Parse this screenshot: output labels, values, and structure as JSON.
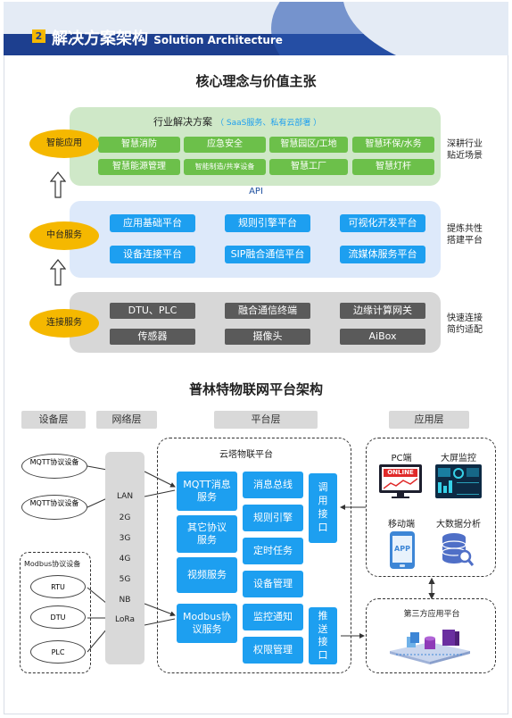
{
  "header": {
    "number": "2",
    "title_cn": "解决方案架构",
    "title_en": "Solution Architecture"
  },
  "concept": {
    "title": "核心理念与价值主张",
    "industry": {
      "title": "行业解决方案",
      "subtitle": "（ SaaS服务、私有云部署 ）",
      "tag": "智能应用",
      "side": [
        "深耕行业",
        "贴近场景"
      ],
      "items": [
        "智慧消防",
        "应急安全",
        "智慧园区/工地",
        "智慧环保/水务",
        "智慧能源管理",
        "智能制造/共享设备",
        "智慧工厂",
        "智慧灯杆"
      ]
    },
    "api": "API",
    "middle": {
      "tag": "中台服务",
      "side": [
        "提炼共性",
        "搭建平台"
      ],
      "items": [
        "应用基础平台",
        "规则引擎平台",
        "可视化开发平台",
        "设备连接平台",
        "SIP融合通信平台",
        "流媒体服务平台"
      ]
    },
    "connect": {
      "tag": "连接服务",
      "side": [
        "快速连接",
        "简约适配"
      ],
      "items": [
        "DTU、PLC",
        "融合通信终端",
        "边缘计算网关",
        "传感器",
        "摄像头",
        "AiBox"
      ]
    }
  },
  "platform": {
    "title": "普林特物联网平台架构",
    "layers": [
      "设备层",
      "网络层",
      "平台层",
      "应用层"
    ],
    "devices": {
      "mqtt": "MQTT协议设备",
      "modbus_group": "Modbus协议设备",
      "modbus_items": [
        "RTU",
        "DTU",
        "PLC"
      ]
    },
    "network": [
      "LAN",
      "2G",
      "3G",
      "4G",
      "5G",
      "NB",
      "LoRa"
    ],
    "cloud": {
      "title": "云塔物联平台",
      "left": [
        "MQTT消息服务",
        "其它协议服务",
        "视频服务",
        "Modbus协议服务"
      ],
      "mid": [
        "消息总线",
        "规则引擎",
        "定时任务",
        "设备管理",
        "监控通知",
        "权限管理"
      ],
      "call_api": "调用接口",
      "push_api": "推送接口"
    },
    "apps": {
      "items": [
        "PC端",
        "大屏监控",
        "移动端",
        "大数据分析"
      ],
      "pc_screen": "ONLINE",
      "mobile_screen": "APP"
    },
    "third": "第三方应用平台"
  }
}
